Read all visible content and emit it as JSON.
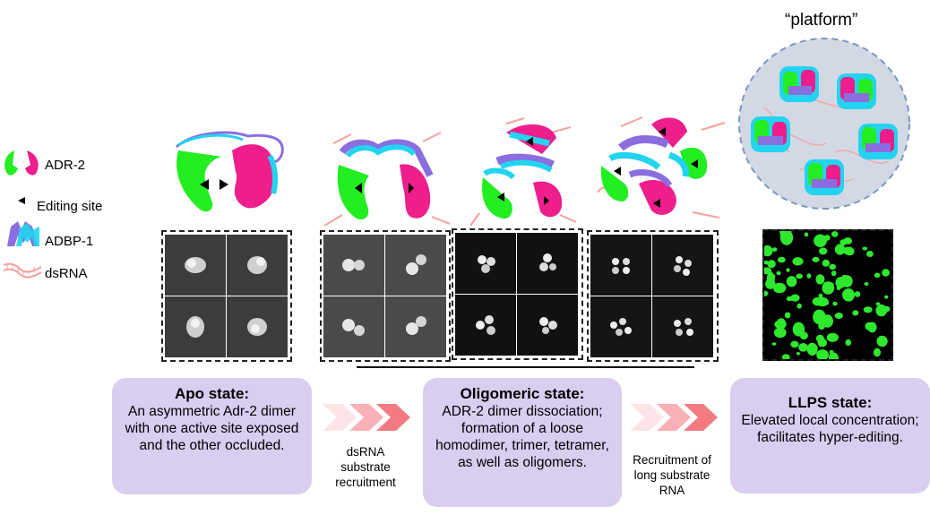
{
  "legend": {
    "adr2": "ADR-2",
    "editing_site": "Editing site",
    "adbp1": "ADBP-1",
    "dsrna": "dsRNA"
  },
  "platform_label": "“platform”",
  "states": [
    {
      "title": "Apo state:",
      "body": "An asymmetric Adr-2 dimer with  one active site exposed and the other occluded."
    },
    {
      "title": "Oligomeric state:",
      "body": "ADR-2 dimer dissociation; formation of a loose homodimer, trimer, tetramer,  as well as oligomers."
    },
    {
      "title": "LLPS state:",
      "body": "Elevated local concentration; facilitates hyper-editing."
    }
  ],
  "transitions": [
    {
      "label": "dsRNA substrate recruitment"
    },
    {
      "label": "Recruitment of long substrate RNA"
    }
  ],
  "colors": {
    "adr2_green": "#22ee22",
    "adr2_magenta": "#ee1e8c",
    "adbp1_cyan": "#22d4f0",
    "adbp1_purple": "#8a6ee0",
    "dsrna": "#f4a0a0",
    "state_box": "#d9cdf0",
    "arrow": "#f47a82",
    "droplet": "#2ee82e"
  }
}
